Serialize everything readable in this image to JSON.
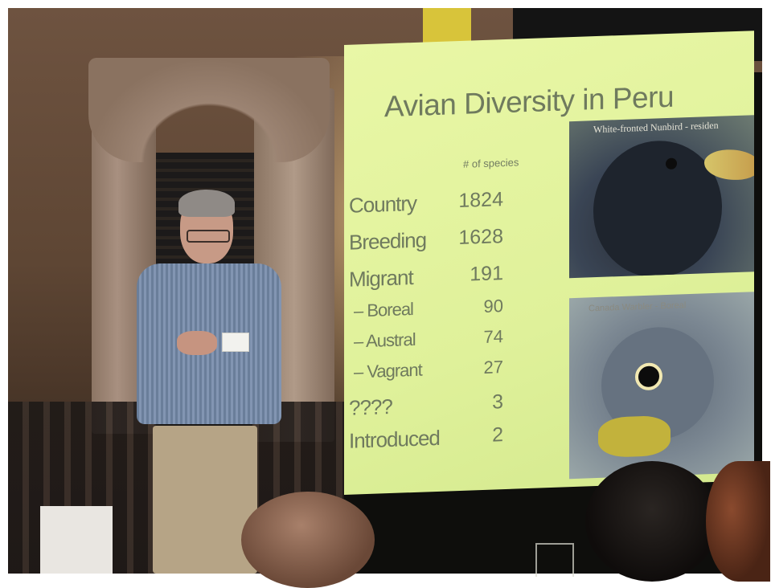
{
  "slide": {
    "title": "Avian Diversity in Peru",
    "column_header": "# of species",
    "rows": [
      {
        "label": "Country",
        "value": "1824"
      },
      {
        "label": "Breeding",
        "value": "1628"
      },
      {
        "label": "Migrant",
        "value": "191"
      },
      {
        "label": "– Boreal",
        "value": "90"
      },
      {
        "label": "– Austral",
        "value": "74"
      },
      {
        "label": "– Vagrant",
        "value": "27"
      },
      {
        "label": "????",
        "value": "3"
      },
      {
        "label": "Introduced",
        "value": "2"
      }
    ],
    "photo1_caption": "White-fronted Nunbird - residen",
    "photo2_caption": "Canada Warbler - Boreal"
  },
  "colors": {
    "slide_background": "#e4f4a0",
    "slide_text": "#6f7a5e"
  }
}
